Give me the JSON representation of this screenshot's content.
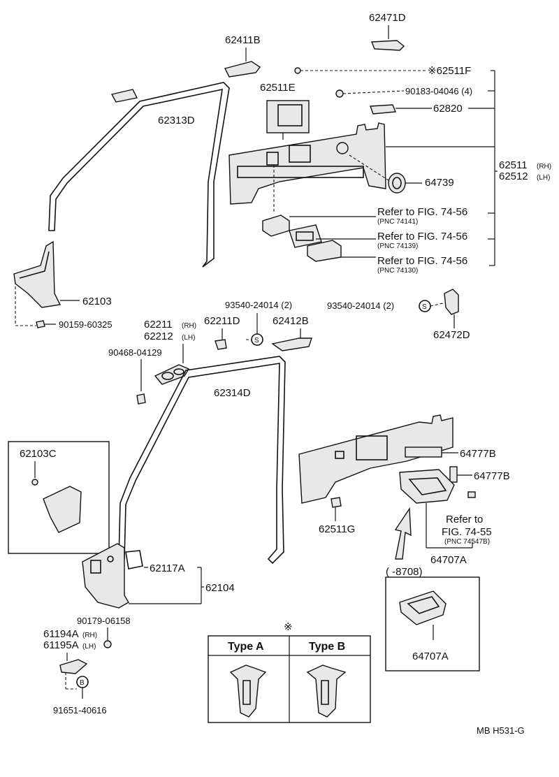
{
  "labels": {
    "p62471D": "62471D",
    "p62411B": "62411B",
    "p62511F": "※62511F",
    "p62511E": "62511E",
    "p90183": "90183-04046 (4)",
    "p62820": "62820",
    "p62313D": "62313D",
    "p62511": "62511",
    "p62511_rh": "(RH)",
    "p62512": "62512",
    "p62512_lh": "(LH)",
    "p64739": "64739",
    "ref1": "Refer to FIG. 74-56",
    "ref1_pnc": "(PNC 74141)",
    "ref2": "Refer to FIG. 74-56",
    "ref2_pnc": "(PNC 74139)",
    "ref3": "Refer to FIG. 74-56",
    "ref3_pnc": "(PNC 74130)",
    "p62103": "62103",
    "p90159": "90159-60325",
    "p93540a": "93540-24014 (2)",
    "p93540b": "93540-24014 (2)",
    "p62211": "62211",
    "p62211_rh": "(RH)",
    "p62212": "62212",
    "p62212_lh": "(LH)",
    "p62211D": "62211D",
    "p62412B": "62412B",
    "p62472D": "62472D",
    "p90468": "90468-04129",
    "p62314D": "62314D",
    "p62103C": "62103C",
    "p64777B_a": "64777B",
    "p64777B_b": "64777B",
    "p62511G": "62511G",
    "ref4": "Refer to",
    "ref4b": "FIG. 74-55",
    "ref4_pnc": "(PNC 74547B)",
    "p64707A_a": "64707A",
    "range": "(     -8708)",
    "p64707A_b": "64707A",
    "p62117A": "62117A",
    "p62104": "62104",
    "p90179": "90179-06158",
    "p61194A": "61194A",
    "p61194A_rh": "(RH)",
    "p61195A": "61195A",
    "p61195A_lh": "(LH)",
    "p91651": "91651-40616",
    "note_mark": "※",
    "typeA": "Type A",
    "typeB": "Type B",
    "footer": "MB  H531-G",
    "s_symbol": "S",
    "b_symbol": "B"
  }
}
